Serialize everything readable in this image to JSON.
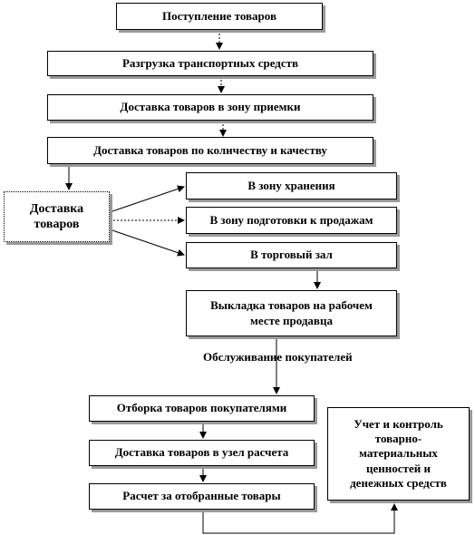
{
  "nodes": {
    "receipt": "Поступление товаров",
    "unloading": "Разгрузка  транспортных средств",
    "delivery_reception": "Доставка товаров в зону приемки",
    "delivery_quantity_quality": "Доставка товаров по количеству и качеству",
    "delivery": "Доставка товаров",
    "storage_zone": "В зону хранения",
    "presale_zone": "В зону подготовки к продажам",
    "sales_floor": "В торговый зал",
    "display_workplace": "Выкладка товаров на рабочем месте продавца",
    "customer_selection": "Отборка товаров покупателями",
    "delivery_checkout": "Доставка товаров в узел расчета",
    "payment": "Расчет за отобранные товары",
    "accounting_control": "Учет и контроль товарно-материальных ценностей и денежных средств"
  },
  "edge_labels": {
    "customer_service": "Обслуживание покупателей"
  }
}
